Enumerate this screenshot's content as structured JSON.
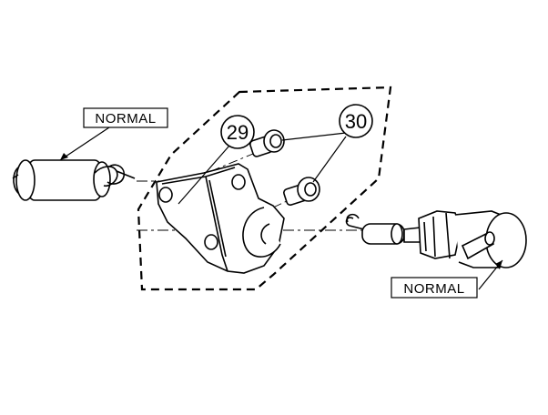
{
  "labels": {
    "normal_left": "NORMAL",
    "normal_right": "NORMAL"
  },
  "callouts": {
    "part_29": "29",
    "part_30": "30"
  },
  "colors": {
    "line": "#000000",
    "background": "#ffffff"
  }
}
